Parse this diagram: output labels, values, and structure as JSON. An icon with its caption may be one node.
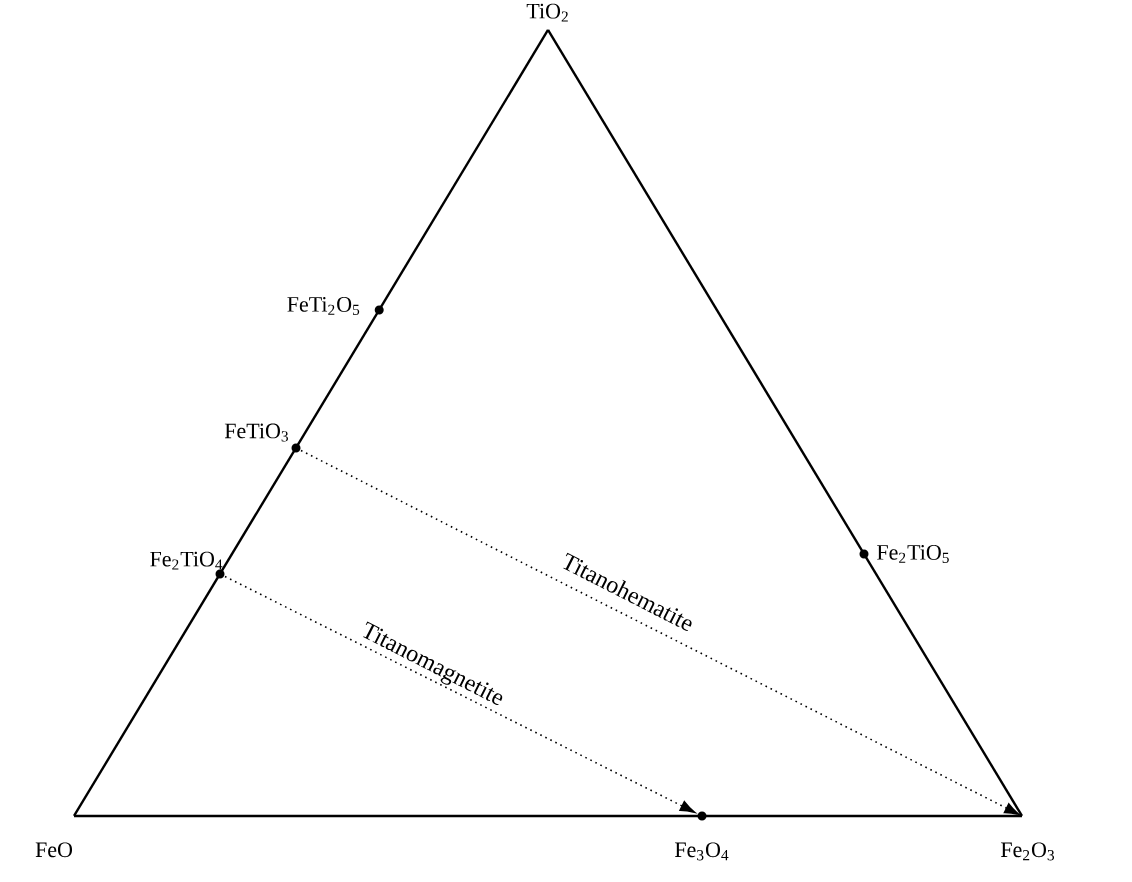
{
  "diagram": {
    "nodes": [
      {
        "text": [
          "TiO$_{2}$"
        ]
      },
      {
        "text": [
          "FeTi$_{2}$O$_{5}$"
        ]
      },
      {
        "text": [
          "FeTiO$_{3}$"
        ]
      },
      {
        "text": [
          "Fe$_{2}$TiO$_{4}$"
        ]
      },
      {
        "text": [
          "Fe$_{2}$TiO$_{5}$"
        ]
      },
      {
        "text": [
          "FeO"
        ]
      },
      {
        "text": [
          "Fe$_{3}$O$_{4}$"
        ]
      },
      {
        "text": [
          "Fe$_{2}$O$_{3}$"
        ]
      }
    ],
    "edges": [
      {
        "from": 0,
        "to": 5,
        "arrow": "none"
      },
      {
        "from": 5,
        "to": 7,
        "arrow": "none"
      },
      {
        "from": 7,
        "to": 0,
        "arrow": "none"
      },
      {
        "from": 2,
        "to": 7,
        "arrow": "to",
        "style": "dashed",
        "label": "Titanohematite"
      },
      {
        "from": 3,
        "to": 6,
        "arrow": "to",
        "style": "dashed",
        "label": "Titanomagnetite"
      }
    ]
  }
}
